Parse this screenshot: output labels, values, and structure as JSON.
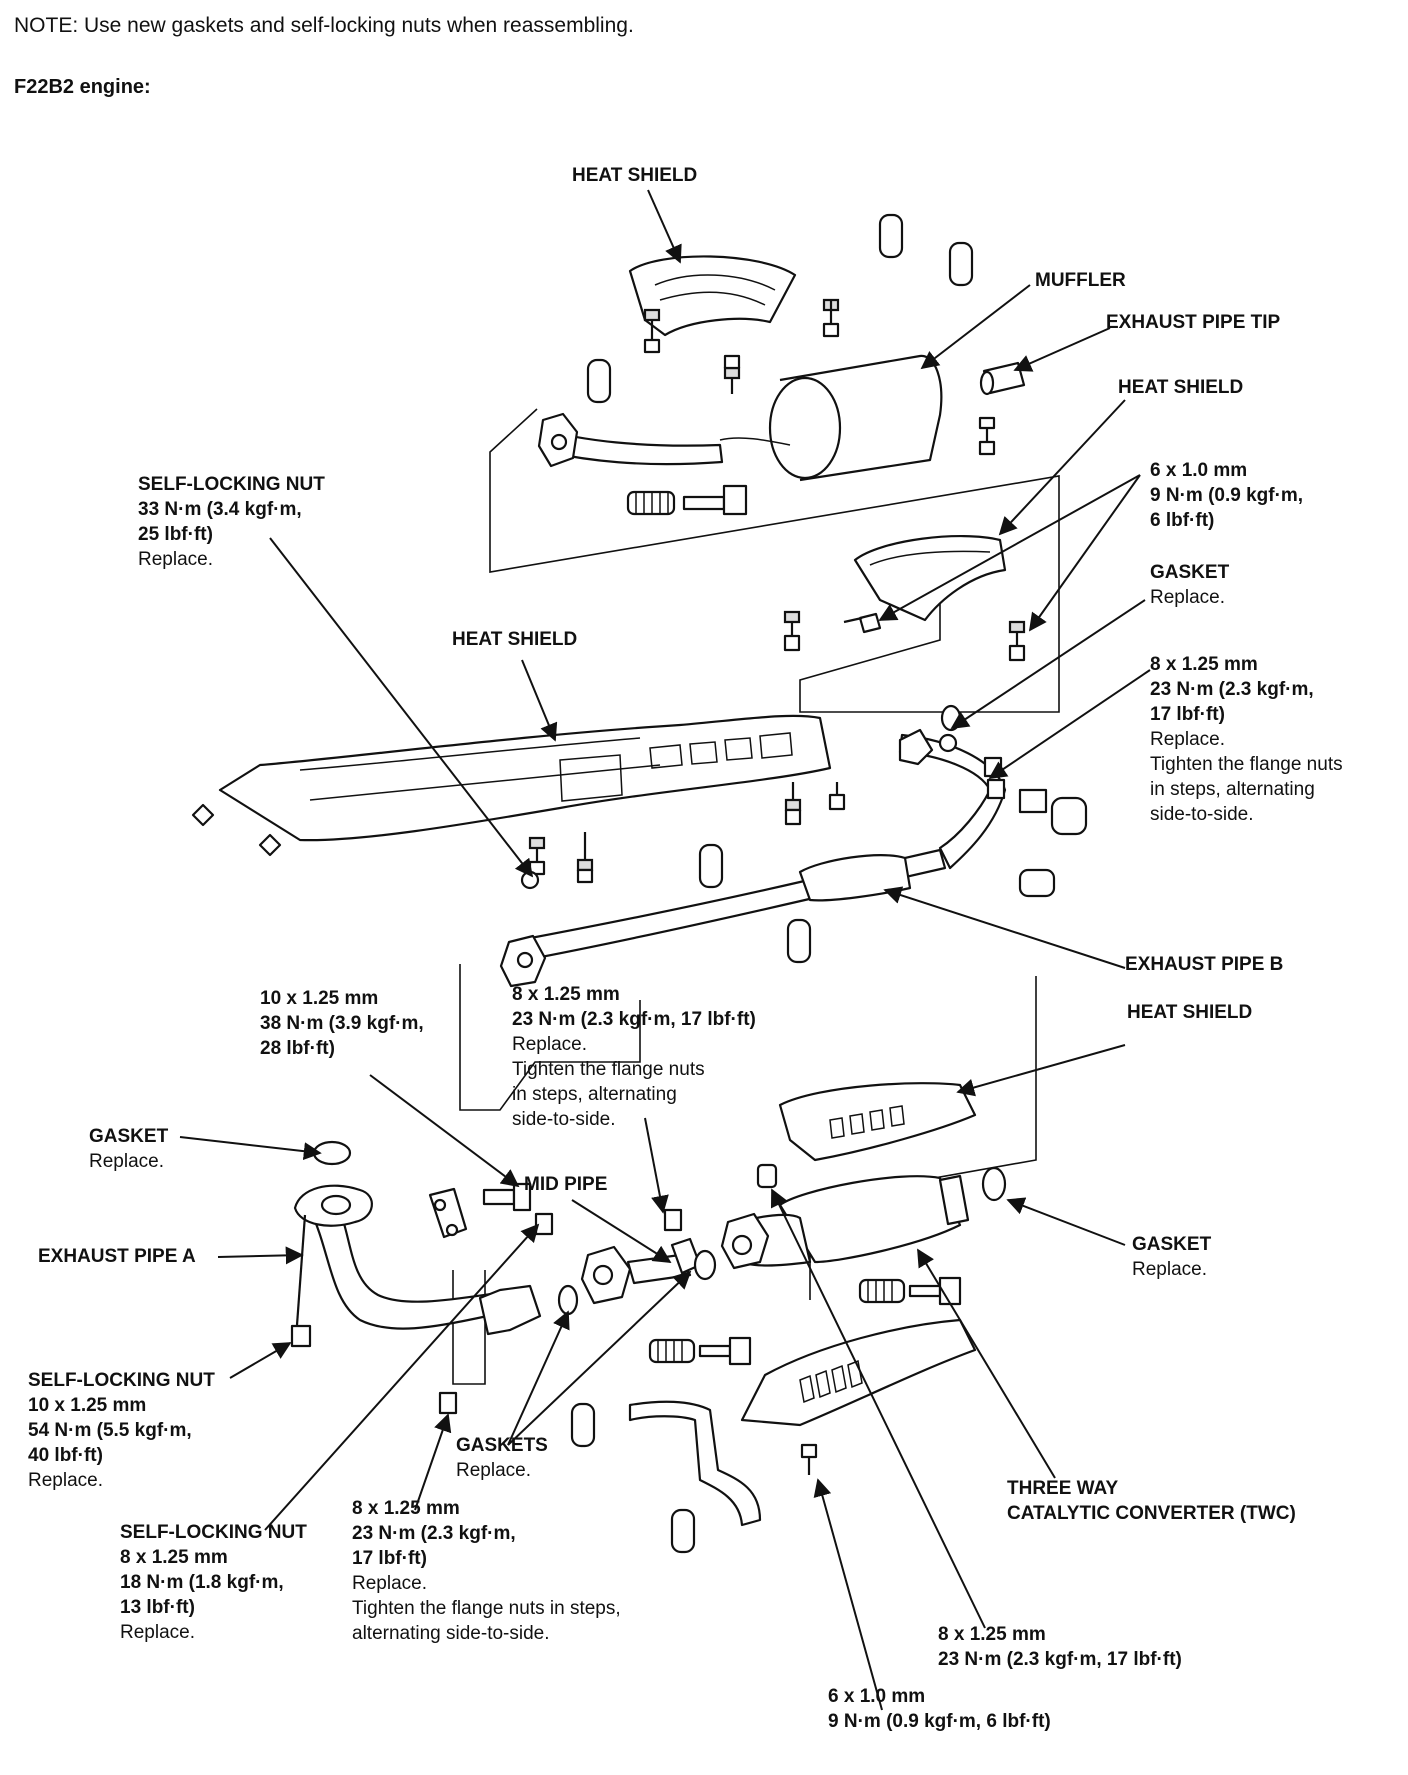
{
  "note": "NOTE:  Use new gaskets and self-locking nuts when reassembling.",
  "engine": "F22B2 engine:",
  "callouts": {
    "heat_shield_top": "HEAT SHIELD",
    "muffler": "MUFFLER",
    "exhaust_pipe_tip": "EXHAUST PIPE TIP",
    "heat_shield_right": "HEAT SHIELD",
    "bolt_6x10_top": [
      "6 x 1.0 mm",
      "9 N·m (0.9 kgf·m,",
      "6 lbf·ft)"
    ],
    "gasket_top_right": {
      "title": "GASKET",
      "note": "Replace."
    },
    "flange_nut_right": [
      "8 x 1.25 mm",
      "23 N·m (2.3 kgf·m,",
      "17 lbf·ft)",
      "Replace.",
      "Tighten the flange nuts",
      "in steps, alternating",
      "side-to-side."
    ],
    "self_locking_nut_upper": {
      "title": "SELF-LOCKING NUT",
      "lines": [
        "33 N·m (3.4 kgf·m,",
        "25 lbf·ft)"
      ],
      "note": "Replace."
    },
    "heat_shield_middle": "HEAT SHIELD",
    "exhaust_pipe_b": "EXHAUST PIPE B",
    "heat_shield_lower": "HEAT SHIELD",
    "bolt_10x125": [
      "10 x 1.25 mm",
      "38 N·m (3.9 kgf·m,",
      "28 lbf·ft)"
    ],
    "flange_nut_middle": [
      "8 x 1.25 mm",
      "23 N·m (2.3 kgf·m, 17 lbf·ft)",
      "Replace.",
      "Tighten the flange nuts",
      "in steps, alternating",
      "side-to-side."
    ],
    "gasket_left": {
      "title": "GASKET",
      "note": "Replace."
    },
    "mid_pipe": "MID PIPE",
    "exhaust_pipe_a": "EXHAUST PIPE A",
    "gasket_right": {
      "title": "GASKET",
      "note": "Replace."
    },
    "self_locking_nut_lower_left": {
      "title": "SELF-LOCKING NUT",
      "lines": [
        "10 x 1.25 mm",
        "54 N·m (5.5 kgf·m,",
        "40 lbf·ft)"
      ],
      "note": "Replace."
    },
    "gaskets": {
      "title": "GASKETS",
      "note": "Replace."
    },
    "twc": [
      "THREE WAY",
      "CATALYTIC CONVERTER (TWC)"
    ],
    "self_locking_nut_bottom": {
      "title": "SELF-LOCKING NUT",
      "lines": [
        "8 x 1.25 mm",
        "18 N·m (1.8 kgf·m,",
        "13 lbf·ft)"
      ],
      "note": "Replace."
    },
    "flange_nut_bottom": {
      "lines": [
        "8 x 1.25 mm",
        "23 N·m (2.3 kgf·m,",
        "17 lbf·ft)"
      ],
      "notes": [
        "Replace.",
        "Tighten the flange nuts in steps,",
        "alternating side-to-side."
      ]
    },
    "bolt_8x125_bottom": [
      "8 x 1.25 mm",
      "23 N·m (2.3 kgf·m, 17 lbf·ft)"
    ],
    "bolt_6x10_bottom": [
      "6 x 1.0 mm",
      "9 N·m (0.9 kgf·m, 6 lbf·ft)"
    ]
  }
}
